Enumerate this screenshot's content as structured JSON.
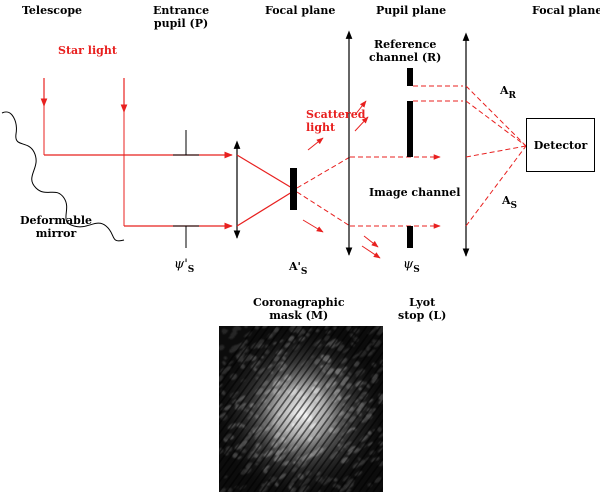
{
  "headings": {
    "telescope": "Telescope",
    "entrance_pupil": "Entrance\npupil (P)",
    "focal_plane_1": "Focal plane",
    "pupil_plane": "Pupil plane",
    "focal_plane_2": "Focal plane"
  },
  "labels": {
    "star_light": "Star light",
    "scattered_light": "Scattered\nlight",
    "deformable_mirror": "Deformable\nmirror",
    "reference_channel": "Reference\nchannel (R)",
    "image_channel": "Image channel",
    "detector": "Detector",
    "coronagraphic_mask": "Coronagraphic\nmask (M)",
    "lyot_stop": "Lyot\nstop (L)"
  },
  "symbols": {
    "psi_s_prime": {
      "main": "ψ'",
      "sub": "S"
    },
    "a_s_prime": {
      "main": "A'",
      "sub": "S"
    },
    "psi_s": {
      "main": "ψ",
      "sub": "S"
    },
    "a_r": {
      "main": "A",
      "sub": "R"
    },
    "a_s": {
      "main": "A",
      "sub": "S"
    }
  },
  "colors": {
    "beam": "#e8201f",
    "optics": "#000000"
  },
  "image": {
    "name": "coronagraphic-speckle-image",
    "colormap": "grayscale"
  }
}
